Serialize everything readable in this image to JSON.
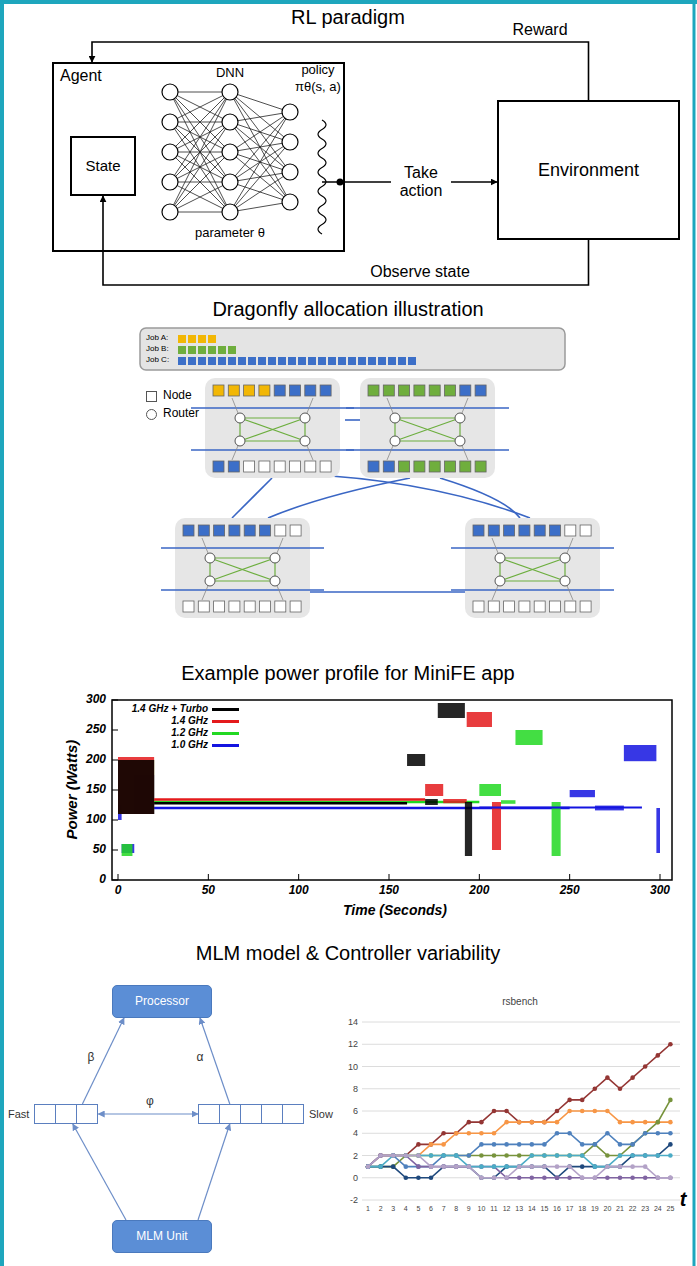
{
  "diagram": {
    "nodes": [
      {
        "text": [
          "Agent"
        ]
      },
      {
        "text": [
          "State"
        ],
        "in": 0
      },
      {
        "text": [
          "Environment"
        ]
      },
      {
        "text": [
          "Processor"
        ]
      },
      {
        "text": [
          "Fast"
        ]
      },
      {
        "text": [
          "Slow"
        ]
      },
      {
        "text": [
          "MLM Unit"
        ]
      }
    ],
    "edges": [
      {
        "from": 2,
        "to": 0,
        "arrow": "to",
        "label": "Reward"
      },
      {
        "from": 0,
        "to": 2,
        "arrow": "to",
        "label": "Take action"
      },
      {
        "from": 2,
        "to": 1,
        "arrow": "to",
        "label": "Observe state"
      },
      {
        "from": 4,
        "to": 3,
        "arrow": "to",
        "label": "β"
      },
      {
        "from": 5,
        "to": 3,
        "arrow": "to",
        "label": "α"
      },
      {
        "from": 4,
        "to": 5,
        "arrow": "both",
        "label": "φ"
      },
      {
        "from": 6,
        "to": 4,
        "arrow": "to"
      },
      {
        "from": 6,
        "to": 5,
        "arrow": "to"
      }
    ],
    "labels": [
      "RL paradigm",
      "DNN",
      "policy",
      "πθ(s, a)",
      "parameter θ",
      "Dragonfly allocation illustration",
      "Job A:",
      "Job B:",
      "Job C:",
      "Example power profile for MiniFE app",
      "300",
      "250",
      "200",
      "150",
      "100",
      "50",
      "0",
      "0",
      "50",
      "100",
      "150",
      "200",
      "250",
      "300",
      "Power (Watts)",
      "Time (Seconds)",
      "MLM model & Controller variability",
      "rsbench",
      "14",
      "12",
      "10",
      "8",
      "6",
      "4",
      "2",
      "0",
      "-2",
      "1",
      "2",
      "3",
      "4",
      "5",
      "6",
      "7",
      "8",
      "9",
      "10",
      "11",
      "12",
      "13",
      "14",
      "15",
      "16",
      "17",
      "18",
      "19",
      "20",
      "21",
      "22",
      "23",
      "24",
      "25",
      "t"
    ],
    "legend": [
      {
        "text": "Node"
      },
      {
        "text": "Router"
      },
      {
        "text": "1.4 GHz + Turbo",
        "color": "#000000"
      },
      {
        "text": "1.4 GHz",
        "color": "#e41a1c"
      },
      {
        "text": "1.2 GHz",
        "color": "#22d822"
      },
      {
        "text": "1.0 GHz",
        "color": "#1414e0"
      }
    ]
  }
}
